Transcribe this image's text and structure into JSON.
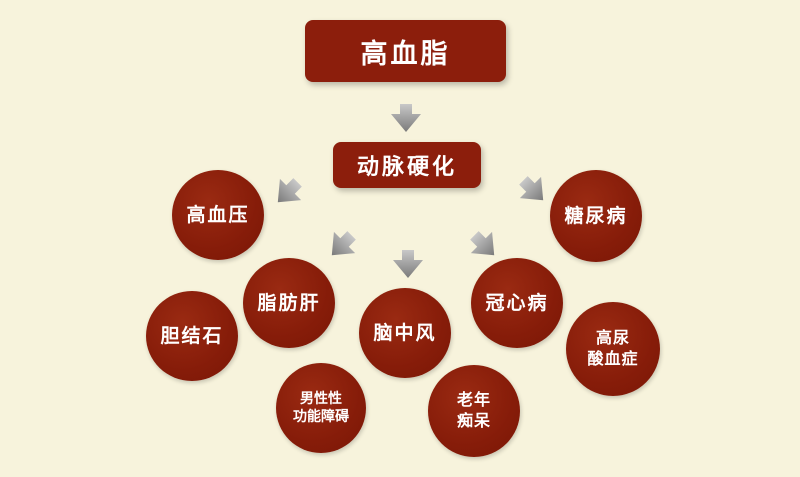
{
  "colors": {
    "background": "#f7f3dc",
    "node_fill": "#8c1e0c",
    "arrow_fill": "#8a8a8a"
  },
  "root": {
    "label": "高血脂"
  },
  "mid": {
    "label": "动脉硬化"
  },
  "nodes": {
    "hypertension": {
      "line1": "高血压"
    },
    "diabetes": {
      "line1": "糖尿病"
    },
    "fatty_liver": {
      "line1": "脂肪肝"
    },
    "stroke": {
      "line1": "脑中风"
    },
    "coronary": {
      "line1": "冠心病"
    },
    "gallstone": {
      "line1": "胆结石"
    },
    "hyperuricemia": {
      "line1": "高尿",
      "line2": "酸血症"
    },
    "male_dysfunction": {
      "line1": "男性性",
      "line2": "功能障碍"
    },
    "dementia": {
      "line1": "老年",
      "line2": "痴呆"
    }
  },
  "icons": [
    "arrow-down-icon",
    "arrow-down-left-icon",
    "arrow-down-right-icon"
  ]
}
